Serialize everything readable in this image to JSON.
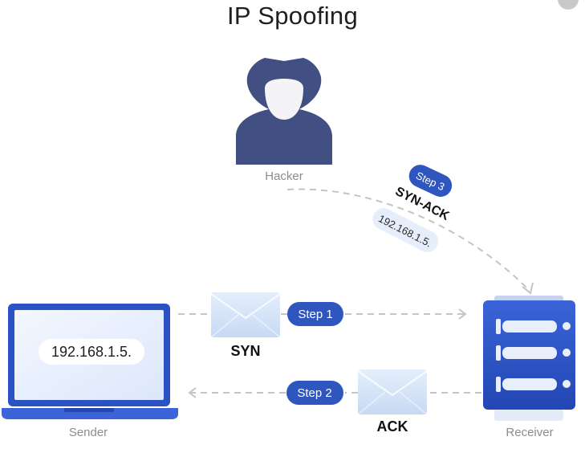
{
  "title": "IP Spoofing",
  "nodes": {
    "hacker": {
      "label": "Hacker"
    },
    "sender": {
      "label": "Sender",
      "ip": "192.168.1.5."
    },
    "receiver": {
      "label": "Receiver"
    }
  },
  "steps": [
    {
      "badge": "Step 1",
      "message": "SYN"
    },
    {
      "badge": "Step 2",
      "message": "ACK"
    },
    {
      "badge": "Step 3",
      "message": "SYN-ACK",
      "ip": "192.168.1.5."
    }
  ],
  "colors": {
    "primary": "#2b52c2",
    "badge": "#2f56bf",
    "hacker": "#414f82",
    "hacker_face": "#f4f4f6",
    "envelope": "#d2e3f8",
    "arrow": "#c4c4c4",
    "pill": "#e6eefb"
  }
}
